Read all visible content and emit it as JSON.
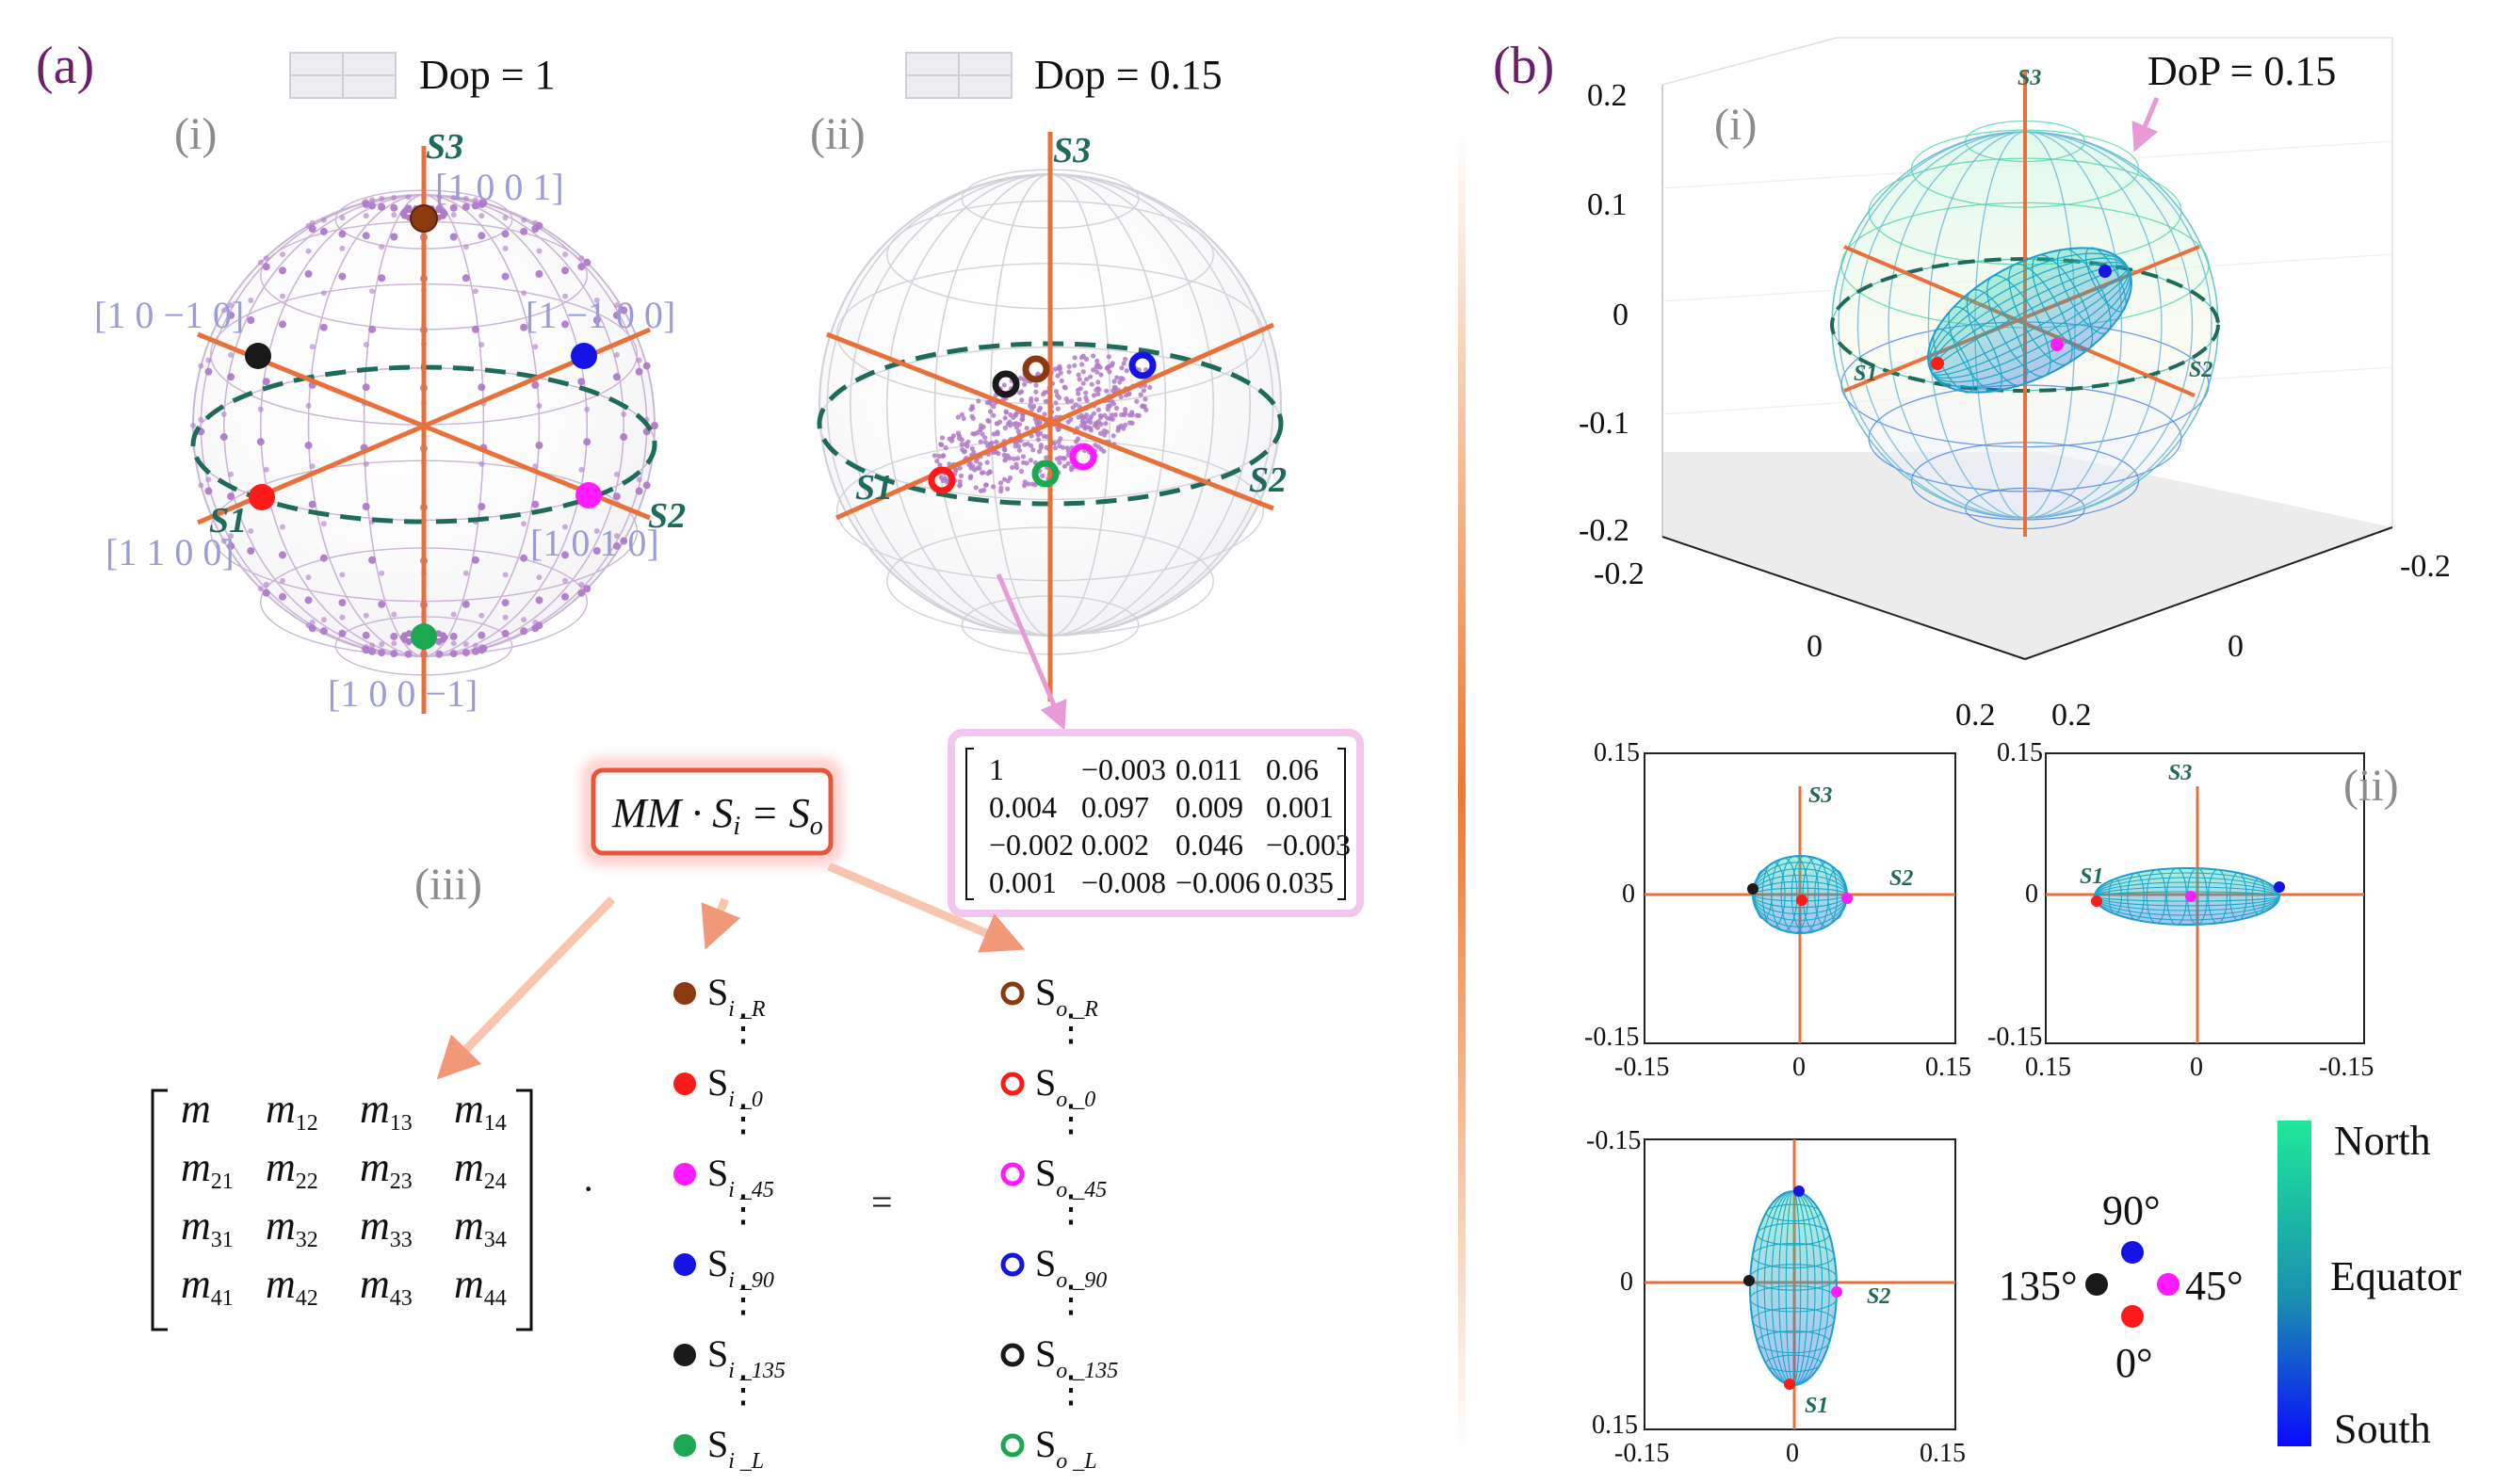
{
  "panel_a": {
    "label": "(a)",
    "sphere_i": {
      "label": "(i)",
      "legend": "Dop = 1",
      "axes": {
        "s3": "S3",
        "s1": "S1",
        "s2": "S2"
      },
      "vectors": {
        "top": "[1  0  0  1]",
        "left": "[1  0  −1  0]",
        "right": "[1  −1  0  0]",
        "bottom_left": "[1  1  0  0]",
        "bottom_right": "[1  0  1  0]",
        "bottom": "[1  0  0  −1]"
      }
    },
    "sphere_ii": {
      "label": "(ii)",
      "legend": "Dop = 0.15",
      "axes": {
        "s3": "S3",
        "s1": "S1",
        "s2": "S2"
      },
      "matrix": [
        [
          "1",
          "−0.003",
          "0.011",
          "0.06"
        ],
        [
          "0.004",
          "0.097",
          "0.009",
          "0.001"
        ],
        [
          "−0.002",
          "0.002",
          "0.046",
          "−0.003"
        ],
        [
          "0.001",
          "−0.008",
          "−0.006",
          "0.035"
        ]
      ]
    },
    "section_iii": {
      "label": "(iii)",
      "equation": "MM · S",
      "eq_sub_i": "i",
      "eq_rhs": " = S",
      "eq_sub_o": "o",
      "mueller": [
        [
          "m",
          "m12",
          "m13",
          "m14"
        ],
        [
          "m21",
          "m22",
          "m23",
          "m24"
        ],
        [
          "m31",
          "m32",
          "m33",
          "m34"
        ],
        [
          "m41",
          "m42",
          "m43",
          "m44"
        ]
      ],
      "dot": "·",
      "equals": "=",
      "inputs": [
        {
          "base": "S",
          "sub": "i _R",
          "color": "#8b3a0f"
        },
        {
          "base": "S",
          "sub": "i _0",
          "color": "#ff1a1a"
        },
        {
          "base": "S",
          "sub": "i _45",
          "color": "#ff1aff"
        },
        {
          "base": "S",
          "sub": "i _90",
          "color": "#1414e6"
        },
        {
          "base": "S",
          "sub": "i _135",
          "color": "#1a1a1a"
        },
        {
          "base": "S",
          "sub": "i _L",
          "color": "#1aa850"
        }
      ],
      "outputs": [
        {
          "base": "S",
          "sub": "o _R",
          "color": "#8b3a0f"
        },
        {
          "base": "S",
          "sub": "o _0",
          "color": "#ff1a1a"
        },
        {
          "base": "S",
          "sub": "o _45",
          "color": "#ff1aff"
        },
        {
          "base": "S",
          "sub": "o _90",
          "color": "#1414e6"
        },
        {
          "base": "S",
          "sub": "o _135",
          "color": "#1a1a1a"
        },
        {
          "base": "S",
          "sub": "o _L",
          "color": "#1aa850"
        }
      ],
      "dots": "⋮"
    }
  },
  "panel_b": {
    "label": "(b)",
    "plot_i": {
      "label": "(i)",
      "title": "DoP = 0.15",
      "axes": {
        "s3": "S3",
        "s1": "S1",
        "s2": "S2"
      },
      "z_ticks": [
        "0.2",
        "0.1",
        "0",
        "-0.1",
        "-0.2"
      ],
      "x_ticks": [
        "-0.2",
        "0",
        "0.2"
      ],
      "y_ticks": [
        "-0.2",
        "0",
        "0.2"
      ]
    },
    "plot_ii": {
      "label": "(ii)",
      "proj_s2s3": {
        "axes": {
          "s3": "S3",
          "s2": "S2"
        },
        "y_ticks": [
          "0.15",
          "0",
          "-0.15"
        ],
        "x_ticks": [
          "-0.15",
          "0",
          "0.15"
        ]
      },
      "proj_s1s3": {
        "axes": {
          "s3": "S3",
          "s1": "S1"
        },
        "y_ticks": [
          "0.15",
          "0",
          "-0.15"
        ],
        "x_ticks": [
          "0.15",
          "0",
          "-0.15"
        ]
      },
      "proj_s1s2": {
        "axes": {
          "s2": "S2",
          "s1": "S1"
        },
        "y_ticks": [
          "-0.15",
          "0",
          "0.15"
        ],
        "x_ticks": [
          "-0.15",
          "0",
          "0.15"
        ]
      }
    },
    "angle_legend": {
      "deg90": "90°",
      "deg135": "135°",
      "deg45": "45°",
      "deg0": "0°"
    },
    "colorbar": {
      "north": "North",
      "equator": "Equator",
      "south": "South",
      "top_color": "#1ee89a",
      "bottom_color": "#0a0aff"
    }
  },
  "colors": {
    "axis": "#e8703a",
    "equator_dashed": "#1e6b5c",
    "sphere_grid": "#c9c9d3",
    "purple_points": "#b07ac9",
    "r": "#8b3a0f",
    "h": "#ff1a1a",
    "d": "#ff1aff",
    "v": "#1414e6",
    "a": "#1a1a1a",
    "l": "#1aa850"
  }
}
